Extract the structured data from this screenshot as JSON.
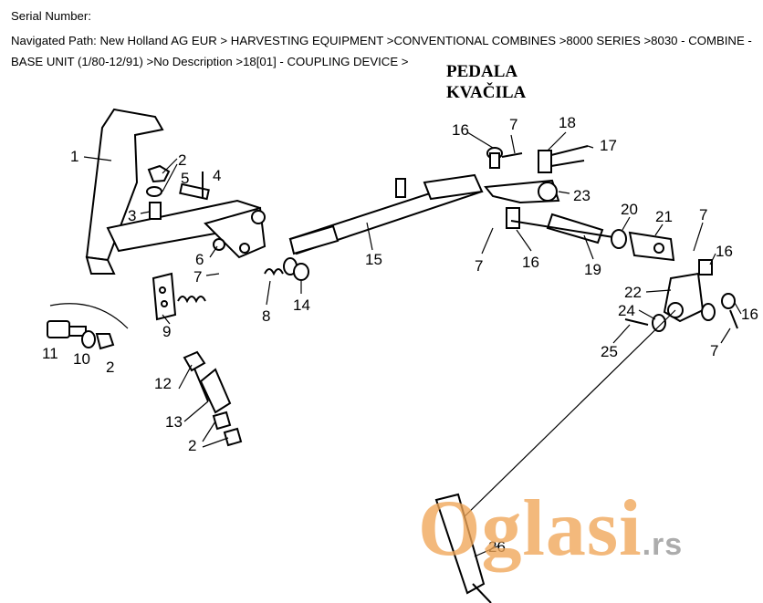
{
  "header": {
    "serial_label": "Serial Number:",
    "path_line1": "Navigated Path: New Holland AG EUR > HARVESTING EQUIPMENT >CONVENTIONAL COMBINES >8000 SERIES >8030 - COMBINE -",
    "path_line2": "BASE UNIT (1/80-12/91) >No Description >18[01] - COUPLING DEVICE >"
  },
  "diagram": {
    "title_line1": "PEDALA",
    "title_line2": "KVAČILA",
    "part_labels": {
      "p1": "1",
      "p2a": "2",
      "p3": "3",
      "p4": "4",
      "p5": "5",
      "p6": "6",
      "p7a": "7",
      "p8": "8",
      "p9": "9",
      "p10": "10",
      "p11": "11",
      "p2b": "2",
      "p12": "12",
      "p13": "13",
      "p2c": "2",
      "p14": "14",
      "p15": "15",
      "p16a": "16",
      "p7b": "7",
      "p18": "18",
      "p17": "17",
      "p23": "23",
      "p7c": "7",
      "p16b": "16",
      "p19": "19",
      "p20": "20",
      "p21": "21",
      "p7d": "7",
      "p16c": "16",
      "p22": "22",
      "p24": "24",
      "p16d": "16",
      "p25": "25",
      "p7e": "7",
      "p26": "26"
    }
  },
  "watermark": {
    "text": "Oglasi",
    "tld": ".rs"
  }
}
